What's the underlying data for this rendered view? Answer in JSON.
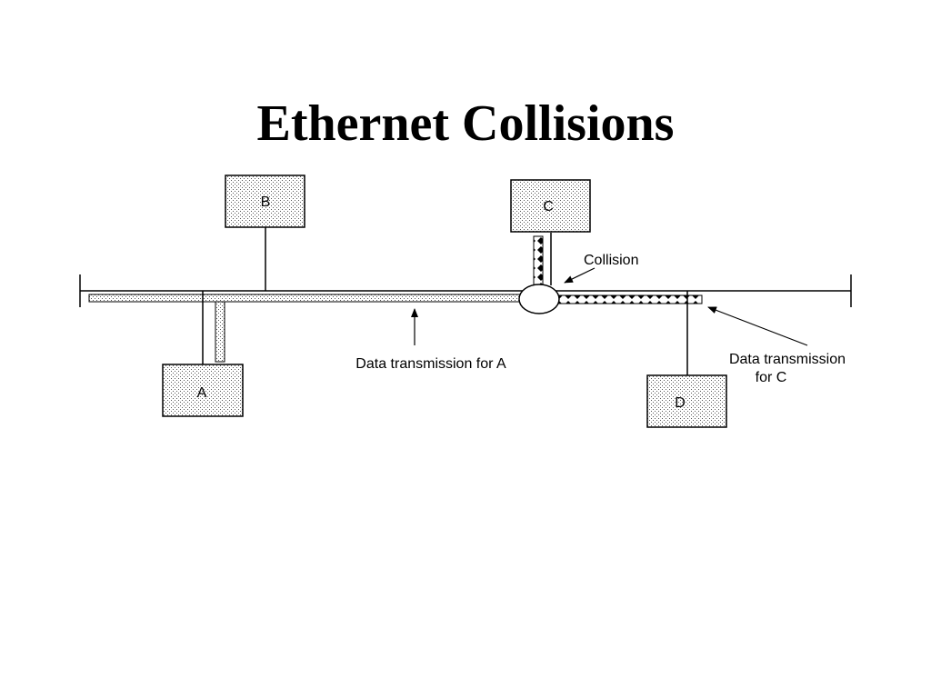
{
  "title": "Ethernet Collisions",
  "stations": {
    "a": "A",
    "b": "B",
    "c": "C",
    "d": "D"
  },
  "annotations": {
    "collision": "Collision",
    "transmission_a": "Data transmission for A",
    "transmission_c_line1": "Data transmission",
    "transmission_c_line2": "for C"
  }
}
